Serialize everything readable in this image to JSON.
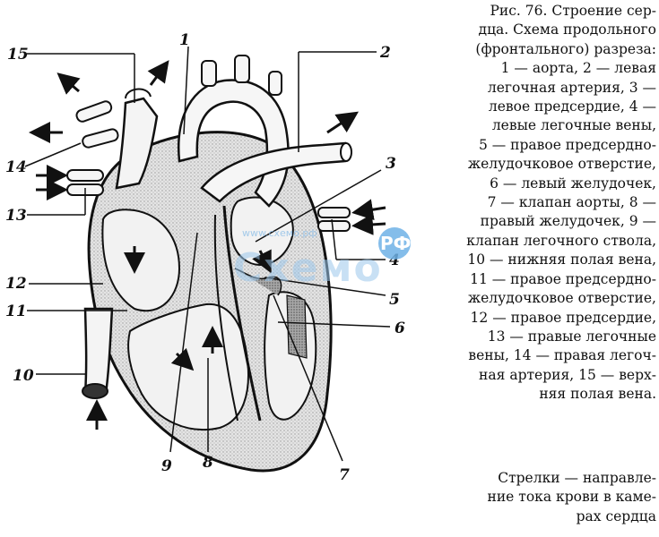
{
  "caption": {
    "lines": [
      "Рис. 76. Строение сер-",
      "дца. Схема продольного",
      "(фронтального) разреза:",
      "1 — аорта, 2 — левая",
      "легочная артерия, 3 —",
      "левое предсердие, 4 —",
      "левые легочные вены,",
      "5 — правое предсердно-",
      "желудочковое отверстие,",
      "6 — левый желудочек,",
      "7 — клапан аорты, 8 —",
      "правый желудочек, 9 —",
      "клапан легочного ствола,",
      "10 — нижняя полая вена,",
      "11 — правое предсердно-",
      "желудочковое отверстие,",
      "12 — правое предсердие,",
      "13 — правые легочные",
      "вены, 14 — правая легоч-",
      "ная артерия, 15 — верх-",
      "няя полая вена."
    ]
  },
  "note": {
    "lines": [
      "Стрелки — направле-",
      "ние тока крови в каме-",
      "рах сердца"
    ]
  },
  "labels": [
    "1",
    "2",
    "3",
    "4",
    "5",
    "6",
    "7",
    "8",
    "9",
    "10",
    "11",
    "12",
    "13",
    "14",
    "15"
  ],
  "watermark": {
    "site": "www.схемо.рф",
    "logo": "Схемо",
    "badge": "РФ"
  }
}
